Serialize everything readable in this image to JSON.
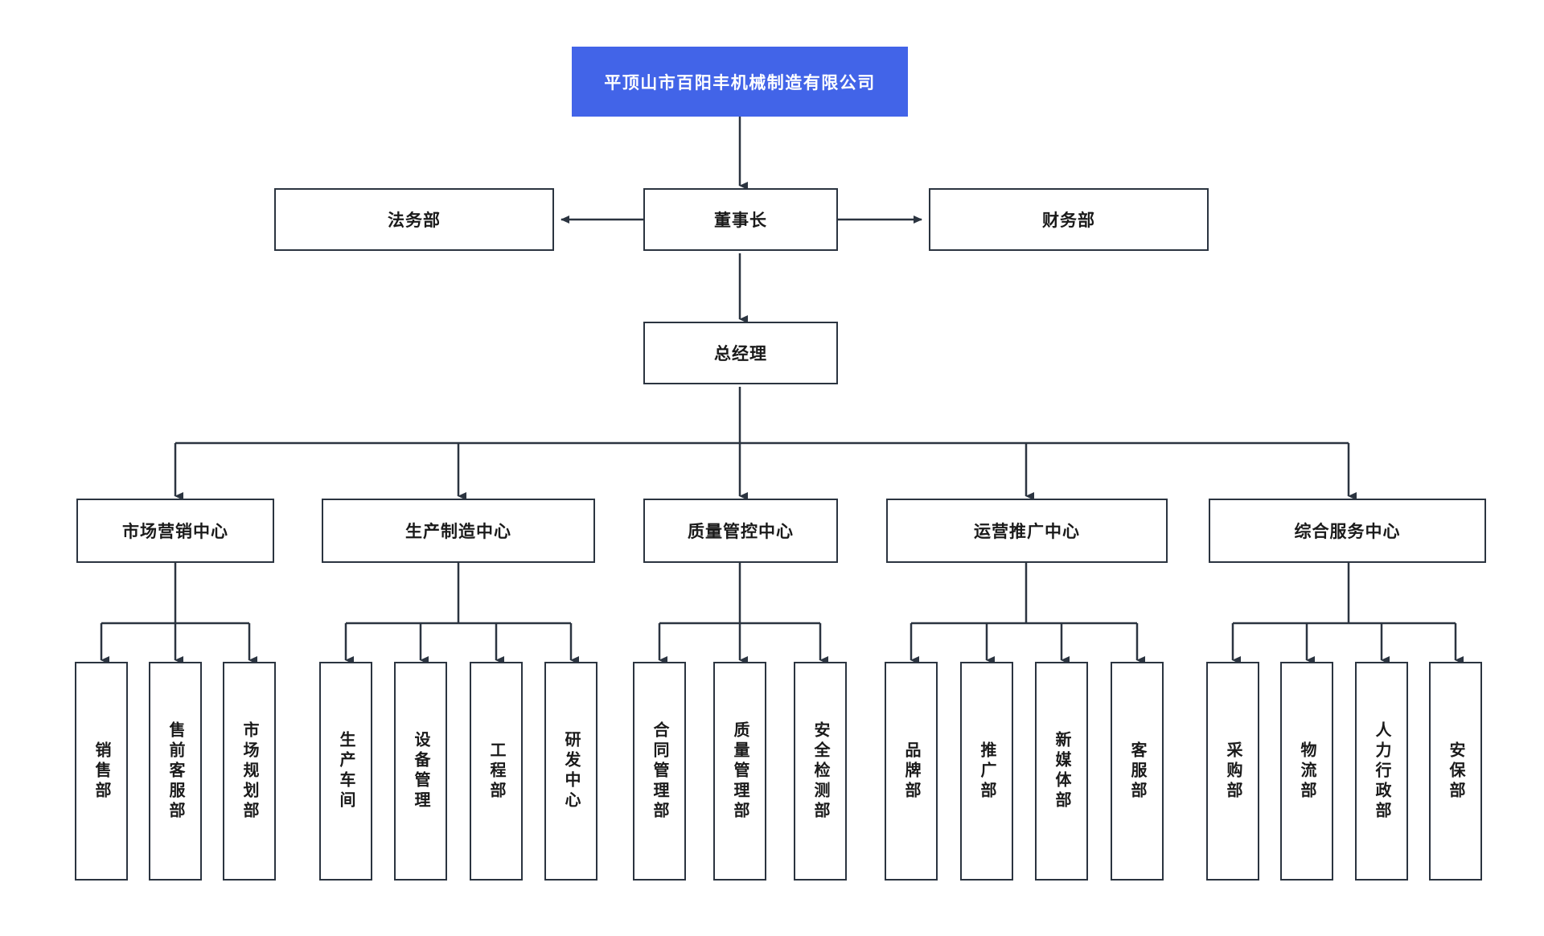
{
  "diagram": {
    "type": "organization-chart",
    "title": "平顶山市百阳丰机械制造有限公司",
    "accent_color": "#4264e8",
    "node_border_color": "#2b3440",
    "connector_color": "#2b3440",
    "background": "#ffffff"
  },
  "root": {
    "label": "平顶山市百阳丰机械制造有限公司"
  },
  "level2": {
    "left": {
      "label": "法务部"
    },
    "center": {
      "label": "董事长"
    },
    "right": {
      "label": "财务部"
    }
  },
  "level3": {
    "label": "总经理"
  },
  "centers": [
    {
      "label": "市场营销中心",
      "children": [
        {
          "label": "销售部"
        },
        {
          "label": "售前客服部"
        },
        {
          "label": "市场规划部"
        }
      ]
    },
    {
      "label": "生产制造中心",
      "children": [
        {
          "label": "生产车间"
        },
        {
          "label": "设备管理"
        },
        {
          "label": "工程部"
        },
        {
          "label": "研发中心"
        }
      ]
    },
    {
      "label": "质量管控中心",
      "children": [
        {
          "label": "合同管理部"
        },
        {
          "label": "质量管理部"
        },
        {
          "label": "安全检测部"
        }
      ]
    },
    {
      "label": "运营推广中心",
      "children": [
        {
          "label": "品牌部"
        },
        {
          "label": "推广部"
        },
        {
          "label": "新媒体部"
        },
        {
          "label": "客服部"
        }
      ]
    },
    {
      "label": "综合服务中心",
      "children": [
        {
          "label": "采购部"
        },
        {
          "label": "物流部"
        },
        {
          "label": "人力行政部"
        },
        {
          "label": "安保部"
        }
      ]
    }
  ]
}
